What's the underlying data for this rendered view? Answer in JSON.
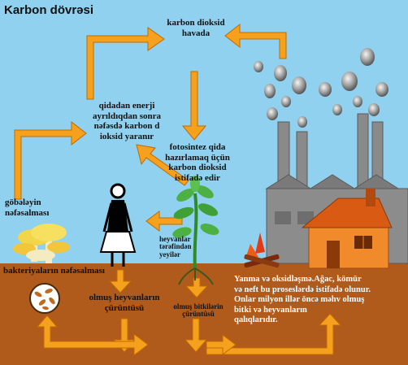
{
  "title": "Karbon dövrəsi",
  "labels": {
    "co2_air": "karbon dioksid\nhavada",
    "energy_release": "qidadan enerji\nayrıldıqdan sonra\nnəfəsdə karbon d\nioksid yaranır",
    "photosynthesis": "fotosintez qida\nhazırlamaq üçün\nkarbon dioksid\nistifadə edir",
    "mushroom_resp": "göbələyin\nnəfəsalması",
    "eaten_by_animals": "heyvanlar\ntərəfindən\nyeyilər",
    "bacteria_resp": "bakteriyaların nəfəsalması",
    "dead_animals": "olmuş heyvanların\nçürüntüsü",
    "dead_plants": "olmuş bitkilərin\nçürüntüsü",
    "burning": "Yanma və oksidləşmə.Ağac, kömür\nvə neft bu proseslərdə istifadə olunur.\nOnlar milyon illər öncə məhv olmuş\nbitki və heyvanların\nqalıqlarıdır."
  },
  "colors": {
    "sky": "#8fd1ee",
    "ground": "#b05a1c",
    "arrow": "#f6a11d",
    "arrow_edge": "#c06a00",
    "factory": "#8a8a8a",
    "house": "#f08a2a",
    "roof": "#d95a12"
  }
}
